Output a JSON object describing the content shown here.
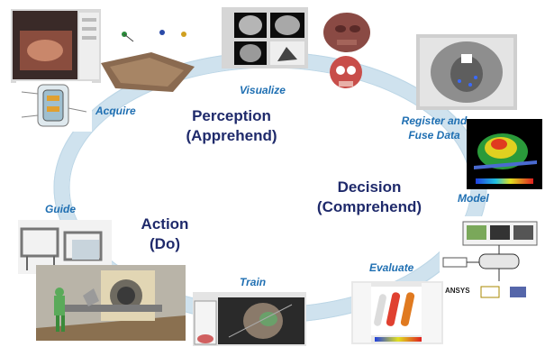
{
  "stages": {
    "acquire": "Acquire",
    "visualize": "Visualize",
    "register": "Register and Fuse Data",
    "model": "Model",
    "evaluate": "Evaluate",
    "train": "Train",
    "guide": "Guide"
  },
  "phases": {
    "perception": {
      "line1": "Perception",
      "line2": "(Apprehend)"
    },
    "decision": {
      "line1": "Decision",
      "line2": "(Comprehend)"
    },
    "action": {
      "line1": "Action",
      "line2": "(Do)"
    }
  },
  "model_logos": [
    "ANSYS"
  ],
  "colors": {
    "ring": "#cfe2ee",
    "stage_label": "#1f6fb2",
    "phase_text": "#1f2a6b"
  }
}
